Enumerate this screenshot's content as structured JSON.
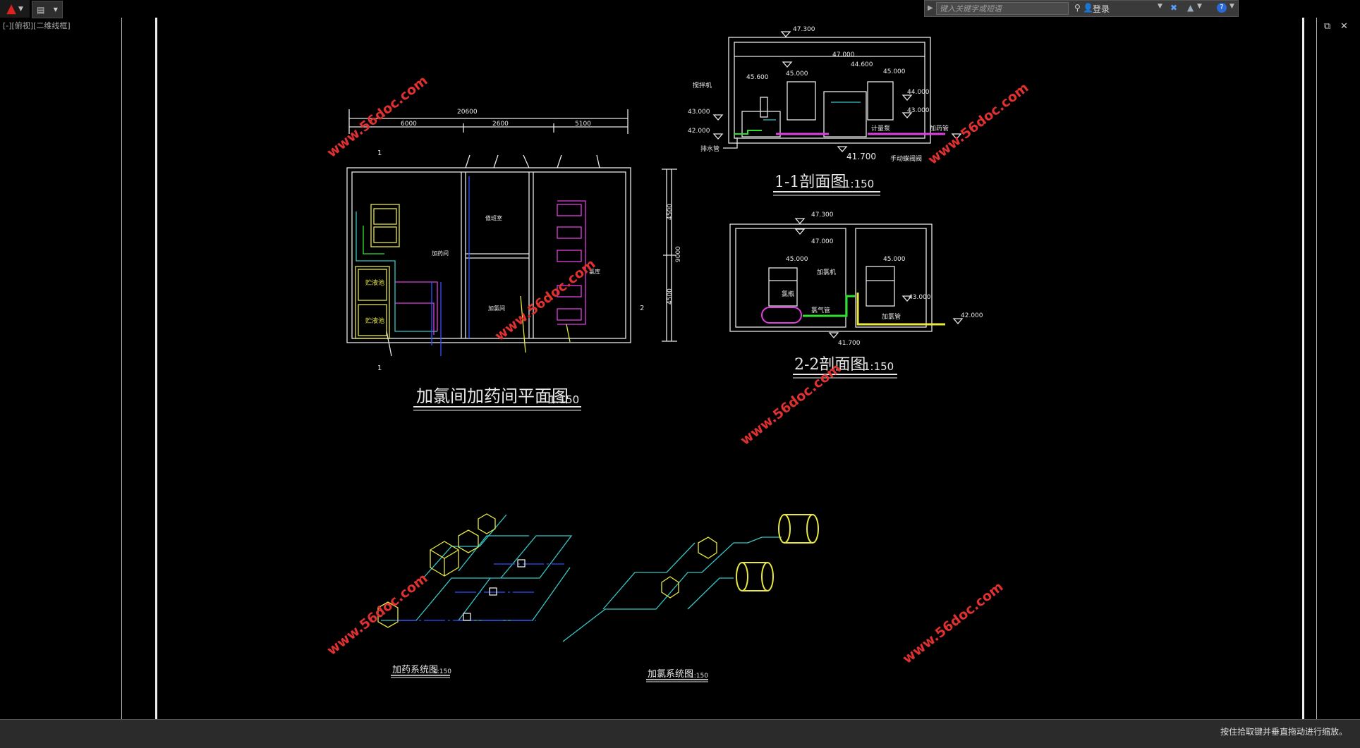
{
  "toolbar": {
    "search_placeholder": "键入关键字或短语",
    "login_label": "登录"
  },
  "viewport": {
    "label": "[-][俯视][二维线框]"
  },
  "status": {
    "message": "按住拾取键并垂直拖动进行缩放。"
  },
  "drawing": {
    "plan_title": "加氯间加药间平面图",
    "plan_scale": "1:150",
    "section11_title": "1-1剖面图",
    "section11_scale": "1:150",
    "section22_title": "2-2剖面图",
    "section22_scale": "1:150",
    "dosing_title": "加药系统图",
    "dosing_scale": "1:150",
    "chlorine_title": "加氯系统图",
    "chlorine_scale": "1:150",
    "dim_total": "20600",
    "dim_a": "6000",
    "dim_b": "2600",
    "dim_c": "5100",
    "dim_v_total": "9000",
    "dim_v_a": "4500",
    "dim_v_b": "4500",
    "s1_elev_top": "47.300",
    "s1_elev_roof": "47.000",
    "s1_elev_l1": "45.600",
    "s1_elev_l2": "45.000",
    "s1_elev_l3": "44.600",
    "s1_elev_l4": "45.000",
    "s1_elev_r1": "44.000",
    "s1_elev_r2": "43.000",
    "s1_elev_left1": "43.000",
    "s1_elev_left2": "42.000",
    "s1_elev_bottom": "41.700",
    "s1_lbl_mixer": "搅拌机",
    "s1_lbl_pump": "计量泵",
    "s1_lbl_dosing_pipe": "加药管",
    "s1_lbl_drain": "排水管",
    "s1_lbl_valve": "手动蝶阀阀",
    "s2_elev_top": "47.300",
    "s2_elev_roof": "47.000",
    "s2_elev_a": "45.000",
    "s2_elev_b": "45.000",
    "s2_elev_c": "43.000",
    "s2_elev_right": "42.000",
    "s2_elev_bottom": "41.700",
    "s2_lbl_chlorinator": "加氯机",
    "s2_lbl_cylinder": "氯瓶",
    "s2_lbl_gas_pipe": "氯气管",
    "s2_lbl_cl_pipe": "加氯管",
    "plan_lbl_tank1": "贮液池",
    "plan_lbl_tank2": "贮液池",
    "plan_lbl_room1": "加药间",
    "plan_lbl_room2": "值班室",
    "plan_lbl_room3": "加氯间",
    "plan_lbl_room4": "氯库",
    "plan_lbl_section": "1",
    "plan_lbl_section2": "2",
    "watermark": "www.56doc.com"
  },
  "colors": {
    "accent_cyan": "#38c7c7",
    "accent_magenta": "#e040e0",
    "accent_yellow": "#e8e840",
    "accent_green": "#30e030",
    "accent_blue": "#3050ff",
    "watermark_red": "#e03030",
    "line_white": "#e8e8e8"
  }
}
